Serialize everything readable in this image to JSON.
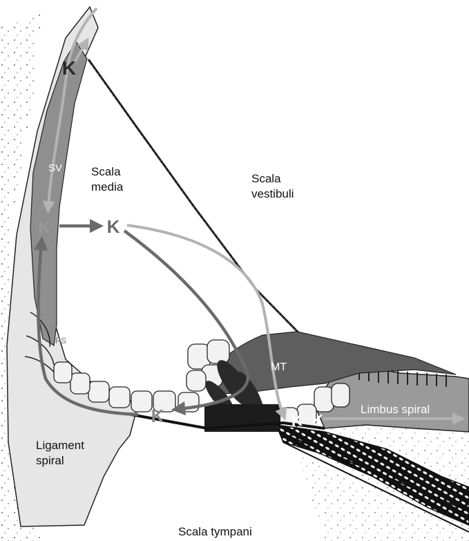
{
  "diagram": {
    "labels": {
      "sv": "SV",
      "scala_media": [
        "Scala",
        "media"
      ],
      "scala_vestibuli": [
        "Scala",
        "vestibuli"
      ],
      "ps": "PS",
      "mt": "MT",
      "limbus_spiral": "Limbus spiral",
      "ligament_spiral": [
        "Ligament",
        "spiral"
      ],
      "scala_tympani": "Scala tympani"
    },
    "potassium_markers": [
      "K",
      "K",
      "K",
      "K",
      "K",
      "K"
    ],
    "colors": {
      "dark_arrow": "#6b6b6b",
      "light_arrow": "#b3b3b3",
      "stria_vascularis": "#8f8f8f",
      "ligament": "#e6e6e6",
      "tectorial_membrane": "#5e5e5e",
      "limbus": "#9a9a9a",
      "membrane": "#1a1a1a"
    }
  }
}
